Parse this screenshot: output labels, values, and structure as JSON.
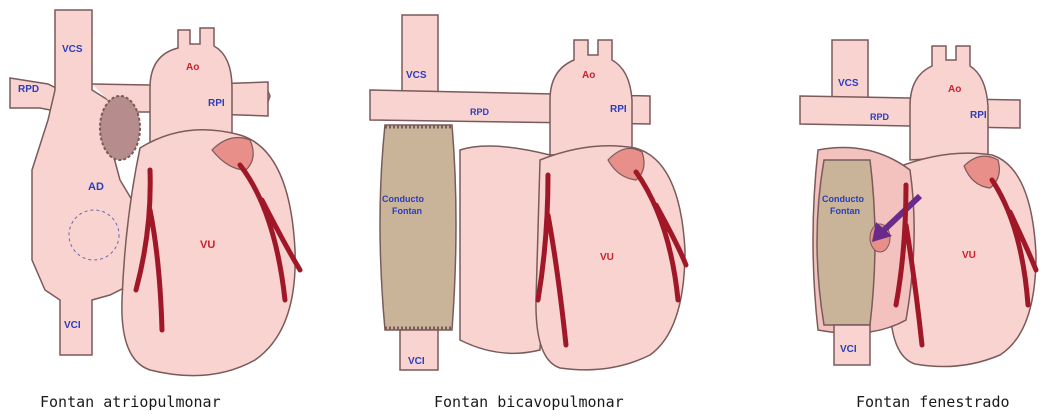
{
  "panels": [
    {
      "caption": "Fontan atriopulmonar",
      "labels": {
        "vcs": "VCS",
        "rpd": "RPD",
        "ao": "Ao",
        "rpi": "RPI",
        "ad": "AD",
        "vu": "VU",
        "vci": "VCI"
      }
    },
    {
      "caption": "Fontan bicavopulmonar",
      "labels": {
        "vcs": "VCS",
        "rpd": "RPD",
        "ao": "Ao",
        "rpi": "RPI",
        "conduit1": "Conducto",
        "conduit2": "Fontan",
        "vu": "VU",
        "vci": "VCI"
      }
    },
    {
      "caption": "Fontan fenestrado",
      "labels": {
        "vcs": "VCS",
        "rpd": "RPD",
        "ao": "Ao",
        "rpi": "RPI",
        "conduit1": "Conducto",
        "conduit2": "Fontan",
        "vu": "VU",
        "vci": "VCI"
      }
    }
  ],
  "colors": {
    "tissue": "#f9d3d0",
    "outline": "#7a5a5a",
    "coronary": "#a01828",
    "conduit": "#c9b49a",
    "arrow": "#6a2a8a",
    "label_blue": "#2a3dbf",
    "label_red": "#c8232c"
  }
}
